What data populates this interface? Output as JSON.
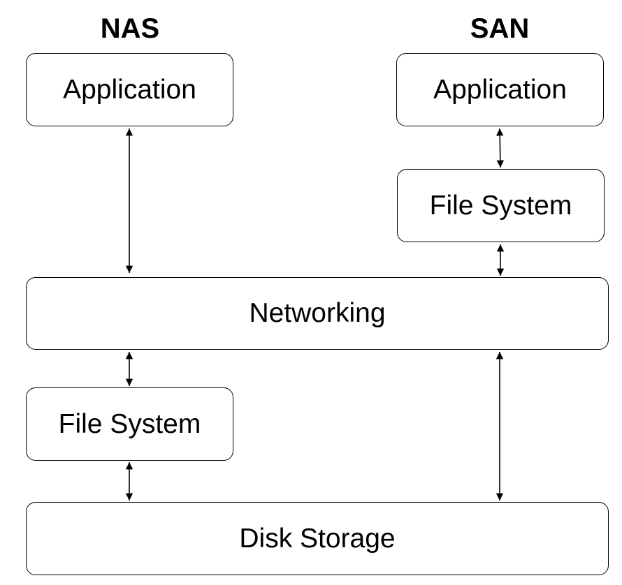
{
  "columns": {
    "nas": {
      "title": "NAS",
      "application_label": "Application",
      "file_system_label": "File System"
    },
    "san": {
      "title": "SAN",
      "application_label": "Application",
      "file_system_label": "File System"
    }
  },
  "shared": {
    "networking_label": "Networking",
    "disk_storage_label": "Disk Storage"
  },
  "colors": {
    "stroke": "#000000",
    "box_fill": "#ffffff",
    "text": "#000000"
  }
}
